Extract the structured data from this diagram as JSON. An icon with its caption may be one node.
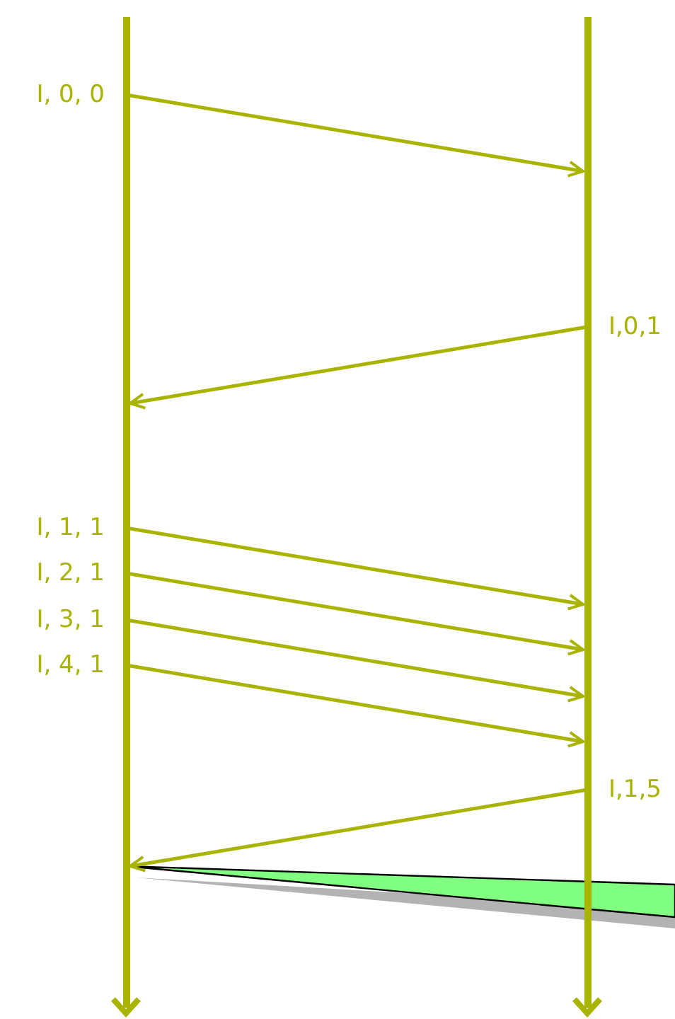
{
  "diagram": {
    "nodes": [
      {
        "text": [],
        "shape": "bar"
      },
      {
        "text": [],
        "shape": "bar"
      },
      {
        "text": [
          "I, 0, 0"
        ]
      },
      {
        "text": [
          "I,0,1"
        ]
      },
      {
        "text": [
          "I, 1, 1"
        ]
      },
      {
        "text": [
          "I, 2, 1"
        ]
      },
      {
        "text": [
          "I, 3, 1"
        ]
      },
      {
        "text": [
          "I, 4, 1"
        ]
      },
      {
        "text": [
          "I,1,5"
        ]
      }
    ],
    "edges": [
      {
        "from": 2,
        "to": 1,
        "arrow": "to"
      },
      {
        "from": 3,
        "to": 0,
        "arrow": "to"
      },
      {
        "from": 4,
        "to": 1,
        "arrow": "to"
      },
      {
        "from": 5,
        "to": 1,
        "arrow": "to"
      },
      {
        "from": 6,
        "to": 1,
        "arrow": "to"
      },
      {
        "from": 7,
        "to": 1,
        "arrow": "to"
      },
      {
        "from": 8,
        "to": 0,
        "arrow": "to"
      }
    ]
  }
}
